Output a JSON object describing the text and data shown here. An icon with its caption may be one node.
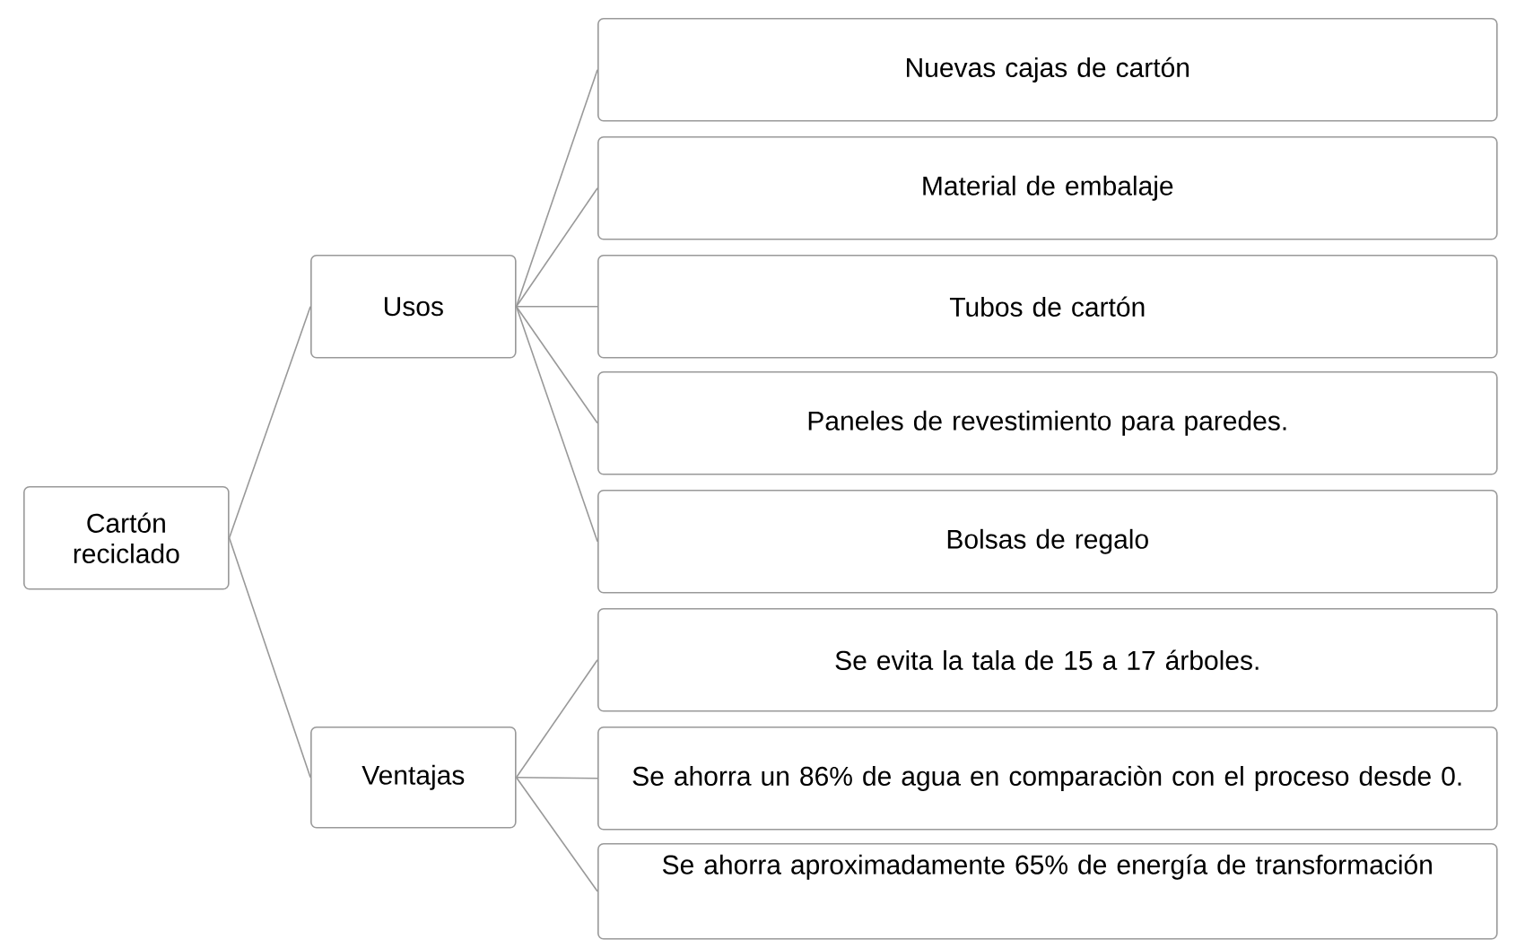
{
  "diagram": {
    "nodes": [
      {
        "text": [
          "Cartón reciclado"
        ]
      },
      {
        "text": [
          "Usos"
        ]
      },
      {
        "text": [
          "Nuevas cajas de cartón"
        ]
      },
      {
        "text": [
          "Material de embalaje"
        ]
      },
      {
        "text": [
          "Tubos de cartón"
        ]
      },
      {
        "text": [
          "Paneles de revestimiento para paredes."
        ]
      },
      {
        "text": [
          "Bolsas de regalo"
        ]
      },
      {
        "text": [
          "Ventajas"
        ]
      },
      {
        "text": [
          "Se evita la tala de 15 a 17 árboles."
        ]
      },
      {
        "text": [
          "Se ahorra un 86% de agua en comparaciòn con el proceso desde 0."
        ]
      },
      {
        "text": [
          "Se ahorra aproximadamente 65% de energía de transformación"
        ]
      }
    ],
    "edges": [
      {
        "from": 0,
        "to": 1,
        "arrow": "none"
      },
      {
        "from": 0,
        "to": 7,
        "arrow": "none"
      },
      {
        "from": 1,
        "to": 2,
        "arrow": "none"
      },
      {
        "from": 1,
        "to": 3,
        "arrow": "none"
      },
      {
        "from": 1,
        "to": 4,
        "arrow": "none"
      },
      {
        "from": 1,
        "to": 5,
        "arrow": "none"
      },
      {
        "from": 1,
        "to": 6,
        "arrow": "none"
      },
      {
        "from": 7,
        "to": 8,
        "arrow": "none"
      },
      {
        "from": 7,
        "to": 9,
        "arrow": "none"
      },
      {
        "from": 7,
        "to": 10,
        "arrow": "none"
      }
    ]
  }
}
